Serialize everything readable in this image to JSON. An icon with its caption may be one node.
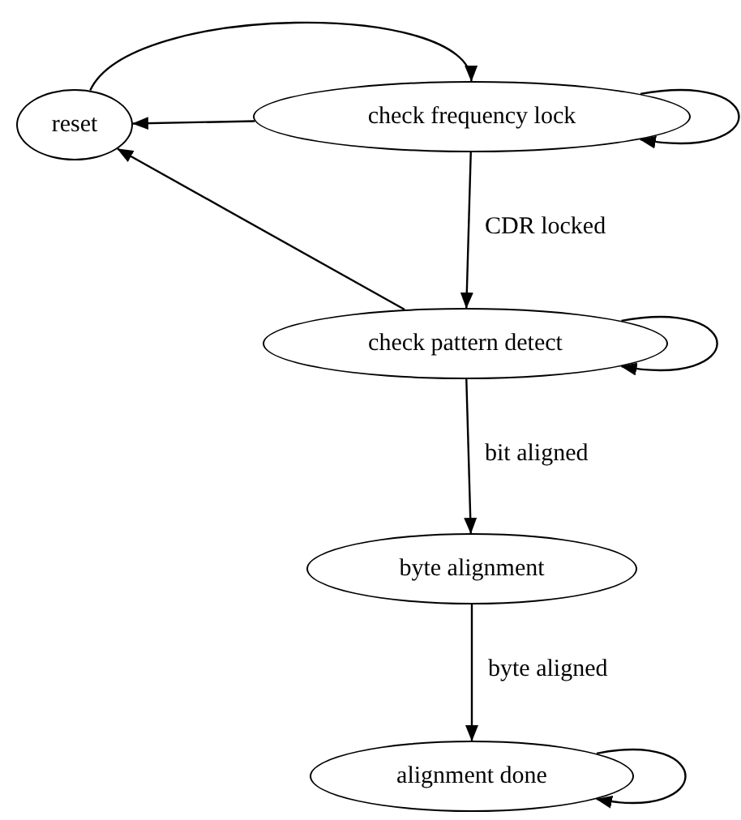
{
  "diagram": {
    "nodes": [
      {
        "text": [
          "reset"
        ]
      },
      {
        "text": [
          "check frequency lock"
        ]
      },
      {
        "text": [
          "check pattern detect"
        ]
      },
      {
        "text": [
          "byte alignment"
        ]
      },
      {
        "text": [
          "alignment done"
        ]
      }
    ],
    "edges": [
      {
        "from": 0,
        "to": 1,
        "arrow": "to"
      },
      {
        "from": 1,
        "to": 0,
        "arrow": "to"
      },
      {
        "from": 1,
        "to": 1,
        "arrow": "to"
      },
      {
        "from": 1,
        "to": 2,
        "arrow": "to",
        "label": "CDR locked"
      },
      {
        "from": 2,
        "to": 0,
        "arrow": "to"
      },
      {
        "from": 2,
        "to": 2,
        "arrow": "to"
      },
      {
        "from": 2,
        "to": 3,
        "arrow": "to",
        "label": "bit aligned"
      },
      {
        "from": 3,
        "to": 4,
        "arrow": "to",
        "label": "byte aligned"
      },
      {
        "from": 4,
        "to": 4,
        "arrow": "to"
      }
    ]
  }
}
